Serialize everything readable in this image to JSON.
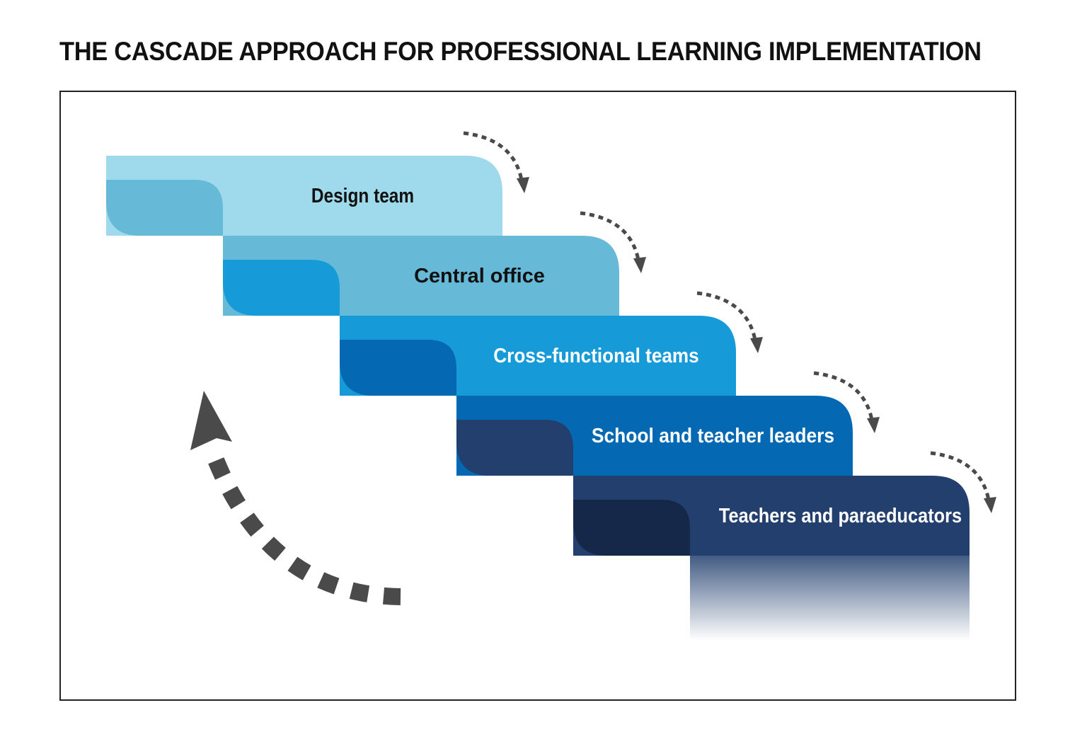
{
  "title": "THE CASCADE APPROACH FOR PROFESSIONAL LEARNING IMPLEMENTATION",
  "steps": [
    {
      "label": "Design team",
      "color": "#9fd9ec",
      "tab_color": "#66bad8",
      "text_color": "#111111"
    },
    {
      "label": "Central office",
      "color": "#66bad8",
      "tab_color": "#169ad8",
      "text_color": "#111111"
    },
    {
      "label": "Cross-functional teams",
      "color": "#169ad8",
      "tab_color": "#0469b2",
      "text_color": "#ffffff"
    },
    {
      "label": "School and teacher leaders",
      "color": "#0469b2",
      "tab_color": "#223f6e",
      "text_color": "#ffffff"
    },
    {
      "label": "Teachers and paraeducators",
      "color": "#223f6e",
      "tab_color": "#16284a",
      "text_color": "#ffffff"
    }
  ],
  "arrow_color": "#4a4a4a",
  "flow": {
    "down_arrows": "cascade-down",
    "return_arrow": "feedback-up"
  }
}
